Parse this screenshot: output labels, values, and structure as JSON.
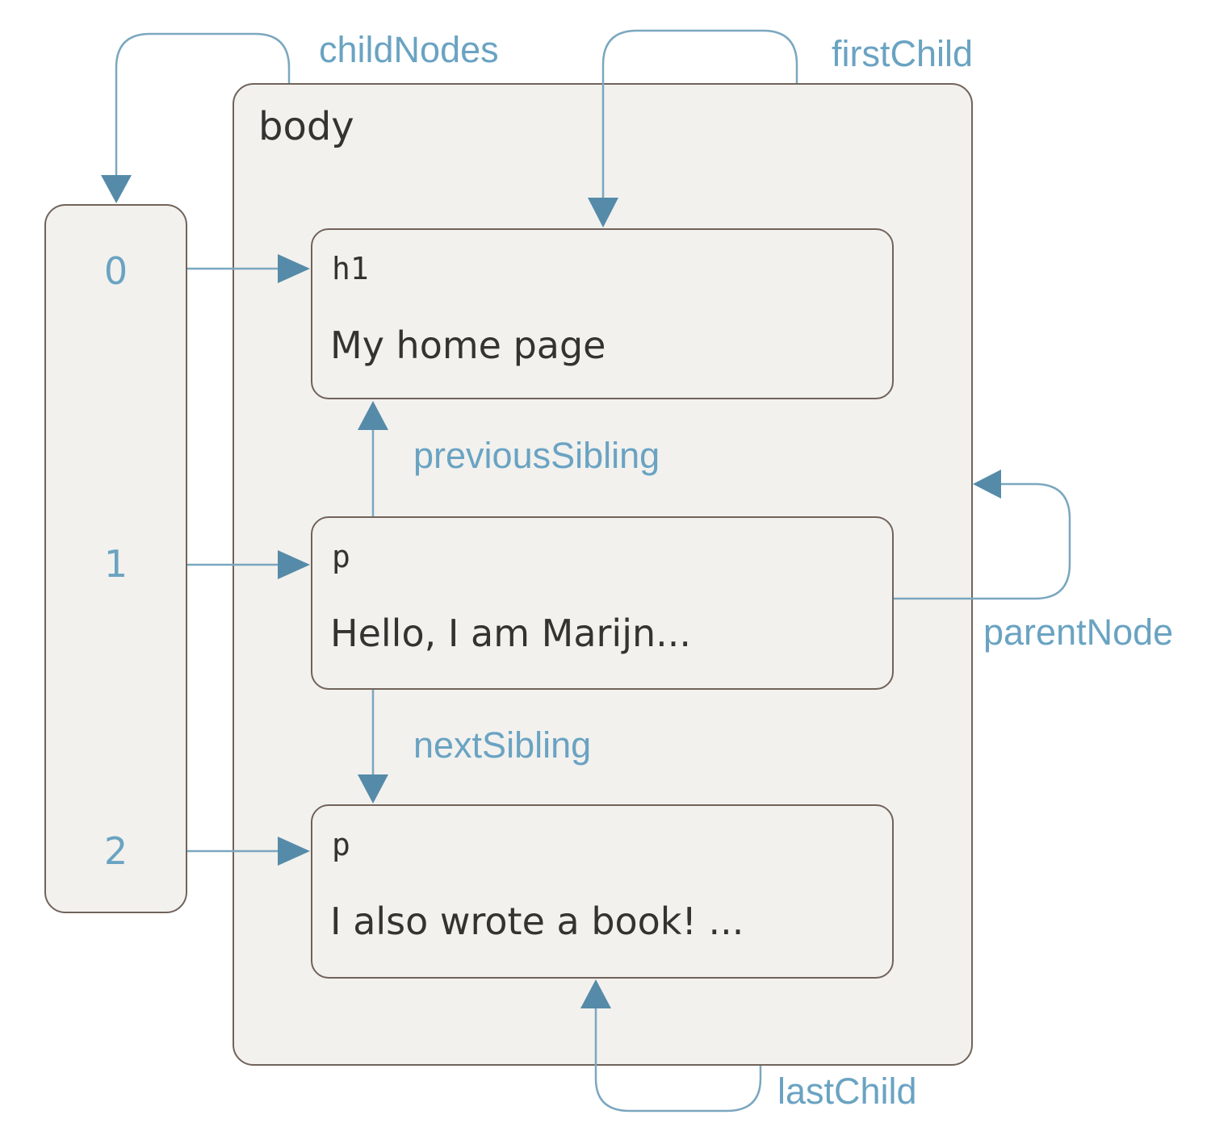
{
  "diagram": {
    "root": {
      "tag": "body"
    },
    "children": [
      {
        "index": "0",
        "tag": "h1",
        "text": "My home page"
      },
      {
        "index": "1",
        "tag": "p",
        "text": "Hello, I am Marijn..."
      },
      {
        "index": "2",
        "tag": "p",
        "text": "I also wrote a book! ..."
      }
    ],
    "labels": {
      "childNodes": "childNodes",
      "firstChild": "firstChild",
      "previousSibling": "previousSibling",
      "nextSibling": "nextSibling",
      "parentNode": "parentNode",
      "lastChild": "lastChild"
    },
    "colors": {
      "line": "#7ba7bf",
      "arrowhead": "#558ba8",
      "label_text": "#6aa3c2",
      "box_fill": "#f2f1ee",
      "box_border": "#71635a",
      "node_text": "#333330"
    }
  }
}
